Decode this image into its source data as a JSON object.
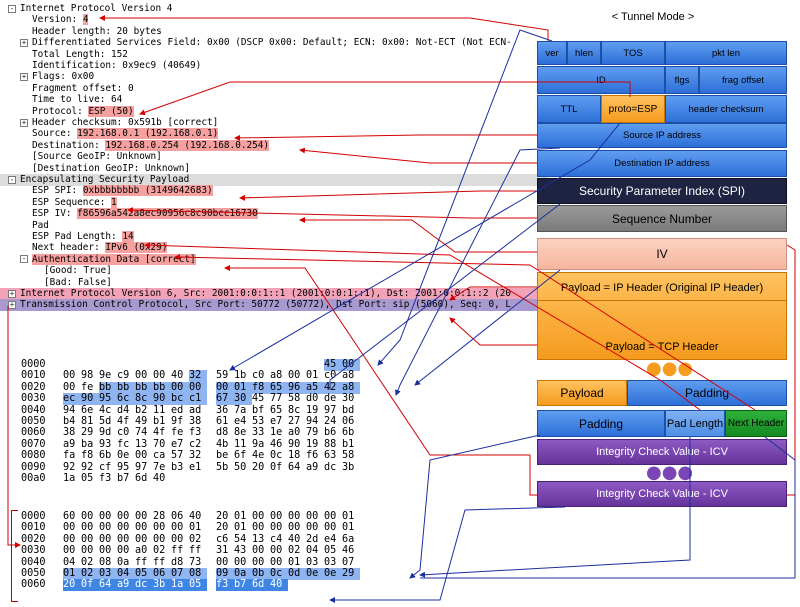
{
  "diagram": {
    "title": "< Tunnel Mode >",
    "fields": {
      "ver": "ver",
      "hlen": "hlen",
      "tos": "TOS",
      "pkt_len": "pkt len",
      "id": "ID",
      "flgs": "flgs",
      "frag_offset": "frag offset",
      "ttl": "TTL",
      "proto": "proto=ESP",
      "header_checksum": "header checksum",
      "source_ip": "Source IP address",
      "dest_ip": "Destination IP address",
      "spi": "Security Parameter Index (SPI)",
      "seq": "Sequence Number",
      "iv": "IV",
      "payload_ip": "Payload = IP Header (Original IP Header)",
      "payload_tcp": "Payload = TCP Header",
      "payload": "Payload",
      "padding": "Padding",
      "padding2": "Padding",
      "pad_length": "Pad Length",
      "next_header": "Next Header",
      "icv1": "Integrity Check Value - ICV",
      "icv2": "Integrity Check Value - ICV"
    },
    "colors": {
      "orange": "#f59b1e",
      "blue": "#2d6fd8",
      "navy": "#1d2340",
      "grey": "#7a7a7a",
      "peach": "#f6b6a0",
      "purple": "#65349b",
      "green": "#168a22",
      "red_line": "#d40000",
      "blue_line": "#1b2fa0"
    }
  },
  "tree": [
    {
      "indent": 0,
      "tog": "-",
      "text": "Internet Protocol Version 4",
      "cls": "hdr-ip"
    },
    {
      "indent": 1,
      "tog": "",
      "label": "Version: ",
      "value": "4"
    },
    {
      "indent": 1,
      "tog": "",
      "text": "Header length: 20 bytes"
    },
    {
      "indent": 1,
      "tog": "+",
      "text": "Differentiated Services Field: 0x00 (DSCP 0x00: Default; ECN: 0x00: Not-ECT (Not ECN-"
    },
    {
      "indent": 1,
      "tog": "",
      "text": "Total Length: 152"
    },
    {
      "indent": 1,
      "tog": "",
      "text": "Identification: 0x9ec9 (40649)"
    },
    {
      "indent": 1,
      "tog": "+",
      "text": "Flags: 0x00"
    },
    {
      "indent": 1,
      "tog": "",
      "text": "Fragment offset: 0"
    },
    {
      "indent": 1,
      "tog": "",
      "text": "Time to live: 64"
    },
    {
      "indent": 1,
      "tog": "",
      "label": "Protocol: ",
      "value": "ESP (50)"
    },
    {
      "indent": 1,
      "tog": "+",
      "text": "Header checksum: 0x591b [correct]"
    },
    {
      "indent": 1,
      "tog": "",
      "label": "Source: ",
      "value": "192.168.0.1 (192.168.0.1)"
    },
    {
      "indent": 1,
      "tog": "",
      "label": "Destination: ",
      "value": "192.168.0.254 (192.168.0.254)"
    },
    {
      "indent": 1,
      "tog": "",
      "text": "[Source GeoIP: Unknown]"
    },
    {
      "indent": 1,
      "tog": "",
      "text": "[Destination GeoIP: Unknown]"
    },
    {
      "indent": 0,
      "tog": "-",
      "text": "Encapsulating Security Payload",
      "cls": "hdr-esp"
    },
    {
      "indent": 1,
      "tog": "",
      "label": "ESP SPI: ",
      "value": "0xbbbbbbbb (3149642683)"
    },
    {
      "indent": 1,
      "tog": "",
      "label": "ESP Sequence: ",
      "value": "1"
    },
    {
      "indent": 1,
      "tog": "",
      "label": "ESP IV: ",
      "value": "f86596a542a8ec90956c8c90bcc16730"
    },
    {
      "indent": 1,
      "tog": "",
      "text": "Pad"
    },
    {
      "indent": 1,
      "tog": "",
      "label": "ESP Pad Length: ",
      "value": "14"
    },
    {
      "indent": 1,
      "tog": "",
      "label": "Next header: ",
      "value": "IPv6 (0x29)"
    },
    {
      "indent": 1,
      "tog": "-",
      "value": "Authentication Data [correct]"
    },
    {
      "indent": 2,
      "tog": "",
      "text": "[Good: True]"
    },
    {
      "indent": 2,
      "tog": "",
      "text": "[Bad: False]"
    },
    {
      "indent": 0,
      "tog": "+",
      "text": "Internet Protocol Version 6, Src: 2001:0:0:1::1 (2001:0:0:1::1), Dst: 2001:0:0:1::2 (20",
      "cls": "hdr-ip6"
    },
    {
      "indent": 0,
      "tog": "+",
      "text": "Transmission Control Protocol, Src Port: 50772 (50772), Dst Port: sip (5060), Seq: 0, L",
      "cls": "hdr-tcp"
    }
  ],
  "hex1": [
    {
      "off": "0000",
      "bytes": [
        "",
        "",
        "",
        "",
        "",
        "",
        "",
        "",
        "",
        "",
        "",
        "",
        "",
        "",
        "45",
        "00"
      ],
      "marks": {
        "14": "b",
        "15": "b"
      }
    },
    {
      "off": "0010",
      "bytes": [
        "00",
        "98",
        "9e",
        "c9",
        "00",
        "00",
        "40",
        "32",
        "59",
        "1b",
        "c0",
        "a8",
        "00",
        "01",
        "c0",
        "a8"
      ],
      "marks": {
        "7": "b"
      }
    },
    {
      "off": "0020",
      "bytes": [
        "00",
        "fe",
        "bb",
        "bb",
        "bb",
        "bb",
        "00",
        "00",
        "00",
        "01",
        "f8",
        "65",
        "96",
        "a5",
        "42",
        "a8"
      ],
      "marks": {
        "2": "b",
        "3": "b",
        "4": "b",
        "5": "b",
        "6": "b",
        "7": "b",
        "8": "b",
        "9": "b",
        "10": "b",
        "11": "b",
        "12": "b",
        "13": "b",
        "14": "b",
        "15": "b"
      }
    },
    {
      "off": "0030",
      "bytes": [
        "ec",
        "90",
        "95",
        "6c",
        "8c",
        "90",
        "bc",
        "c1",
        "67",
        "30",
        "45",
        "77",
        "58",
        "d0",
        "de",
        "30"
      ],
      "marks": {
        "0": "b",
        "1": "b",
        "2": "b",
        "3": "b",
        "4": "b",
        "5": "b",
        "6": "b",
        "7": "b",
        "8": "b",
        "9": "b"
      }
    },
    {
      "off": "0040",
      "bytes": [
        "94",
        "6e",
        "4c",
        "d4",
        "b2",
        "11",
        "ed",
        "ad",
        "36",
        "7a",
        "bf",
        "65",
        "8c",
        "19",
        "97",
        "bd"
      ],
      "marks": {}
    },
    {
      "off": "0050",
      "bytes": [
        "b4",
        "81",
        "5d",
        "4f",
        "49",
        "b1",
        "9f",
        "38",
        "61",
        "e4",
        "53",
        "e7",
        "27",
        "94",
        "24",
        "06"
      ],
      "marks": {}
    },
    {
      "off": "0060",
      "bytes": [
        "38",
        "29",
        "9d",
        "c0",
        "74",
        "4f",
        "fe",
        "f3",
        "d8",
        "8e",
        "33",
        "1e",
        "a0",
        "79",
        "b6",
        "6b"
      ],
      "marks": {}
    },
    {
      "off": "0070",
      "bytes": [
        "a9",
        "ba",
        "93",
        "fc",
        "13",
        "70",
        "e7",
        "c2",
        "4b",
        "11",
        "9a",
        "46",
        "90",
        "19",
        "88",
        "b1"
      ],
      "marks": {}
    },
    {
      "off": "0080",
      "bytes": [
        "fa",
        "f8",
        "6b",
        "0e",
        "00",
        "ca",
        "57",
        "32",
        "be",
        "6f",
        "4e",
        "0c",
        "18",
        "f6",
        "63",
        "58"
      ],
      "marks": {}
    },
    {
      "off": "0090",
      "bytes": [
        "92",
        "92",
        "cf",
        "95",
        "97",
        "7e",
        "b3",
        "e1",
        "5b",
        "50",
        "20",
        "0f",
        "64",
        "a9",
        "dc",
        "3b"
      ],
      "marks": {}
    },
    {
      "off": "00a0",
      "bytes": [
        "1a",
        "05",
        "f3",
        "b7",
        "6d",
        "40",
        "",
        "",
        "",
        "",
        "",
        "",
        "",
        "",
        "",
        ""
      ],
      "marks": {}
    }
  ],
  "hex2": [
    {
      "off": "0000",
      "bytes": [
        "60",
        "00",
        "00",
        "00",
        "00",
        "28",
        "06",
        "40",
        "20",
        "01",
        "00",
        "00",
        "00",
        "00",
        "00",
        "01"
      ],
      "marks": {}
    },
    {
      "off": "0010",
      "bytes": [
        "00",
        "00",
        "00",
        "00",
        "00",
        "00",
        "00",
        "01",
        "20",
        "01",
        "00",
        "00",
        "00",
        "00",
        "00",
        "01"
      ],
      "marks": {}
    },
    {
      "off": "0020",
      "bytes": [
        "00",
        "00",
        "00",
        "00",
        "00",
        "00",
        "00",
        "02",
        "c6",
        "54",
        "13",
        "c4",
        "40",
        "2d",
        "e4",
        "6a"
      ],
      "marks": {}
    },
    {
      "off": "0030",
      "bytes": [
        "00",
        "00",
        "00",
        "00",
        "a0",
        "02",
        "ff",
        "ff",
        "31",
        "43",
        "00",
        "00",
        "02",
        "04",
        "05",
        "46"
      ],
      "marks": {}
    },
    {
      "off": "0040",
      "bytes": [
        "04",
        "02",
        "08",
        "0a",
        "ff",
        "ff",
        "d8",
        "73",
        "00",
        "00",
        "00",
        "00",
        "01",
        "03",
        "03",
        "07"
      ],
      "marks": {}
    },
    {
      "off": "0050",
      "bytes": [
        "01",
        "02",
        "03",
        "04",
        "05",
        "06",
        "07",
        "08",
        "09",
        "0a",
        "0b",
        "0c",
        "0d",
        "0e",
        "0e",
        "29"
      ],
      "marks": {
        "0": "b",
        "1": "b",
        "2": "b",
        "3": "b",
        "4": "b",
        "5": "b",
        "6": "b",
        "7": "b",
        "8": "b",
        "9": "b",
        "10": "b",
        "11": "b",
        "12": "b",
        "13": "b",
        "14": "b",
        "15": "b"
      }
    },
    {
      "off": "0060",
      "bytes": [
        "20",
        "0f",
        "64",
        "a9",
        "dc",
        "3b",
        "1a",
        "05",
        "f3",
        "b7",
        "6d",
        "40",
        "",
        "",
        "",
        ""
      ],
      "marks": {
        "0": "s",
        "1": "s",
        "2": "s",
        "3": "s",
        "4": "s",
        "5": "s",
        "6": "s",
        "7": "s",
        "8": "s",
        "9": "s",
        "10": "s",
        "11": "s"
      }
    }
  ]
}
